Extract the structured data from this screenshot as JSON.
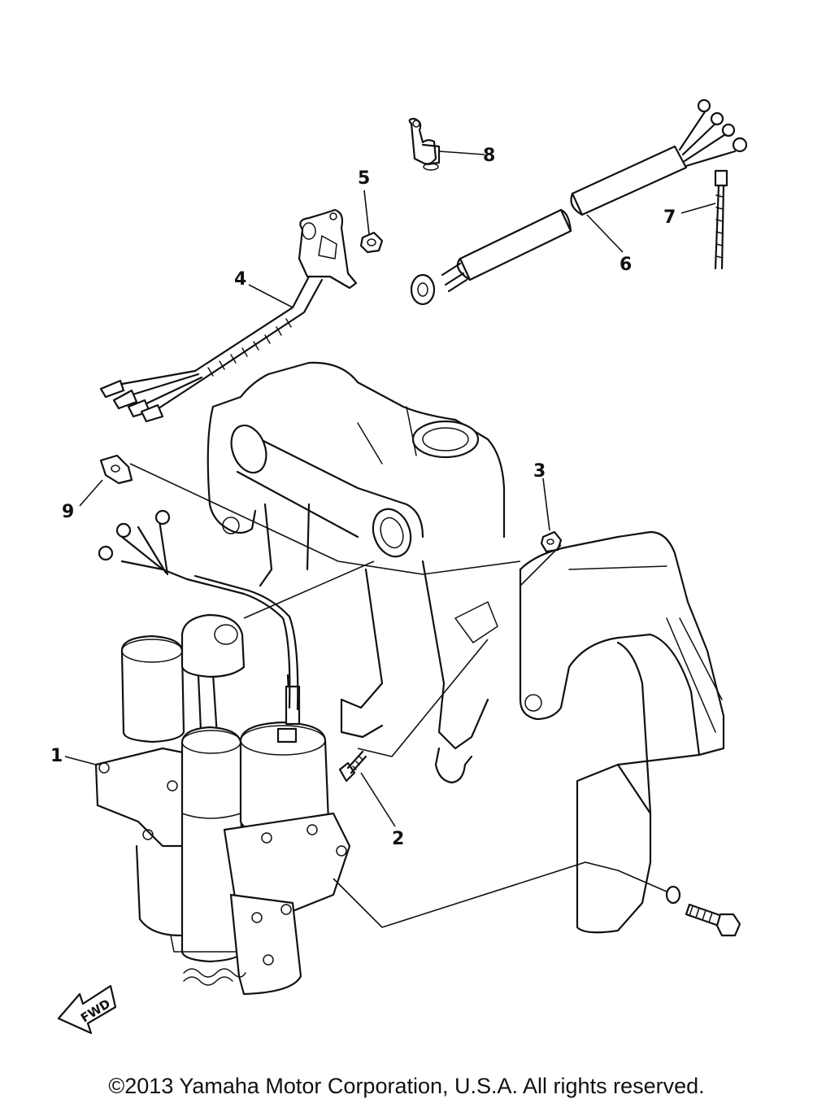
{
  "callouts": [
    {
      "label": "1"
    },
    {
      "label": "2"
    },
    {
      "label": "3"
    },
    {
      "label": "4"
    },
    {
      "label": "5"
    },
    {
      "label": "6"
    },
    {
      "label": "7"
    },
    {
      "label": "8"
    },
    {
      "label": "9"
    }
  ],
  "fwd_label": "FWD",
  "copyright": "©2013 Yamaha Motor Corporation, U.S.A. All rights reserved."
}
